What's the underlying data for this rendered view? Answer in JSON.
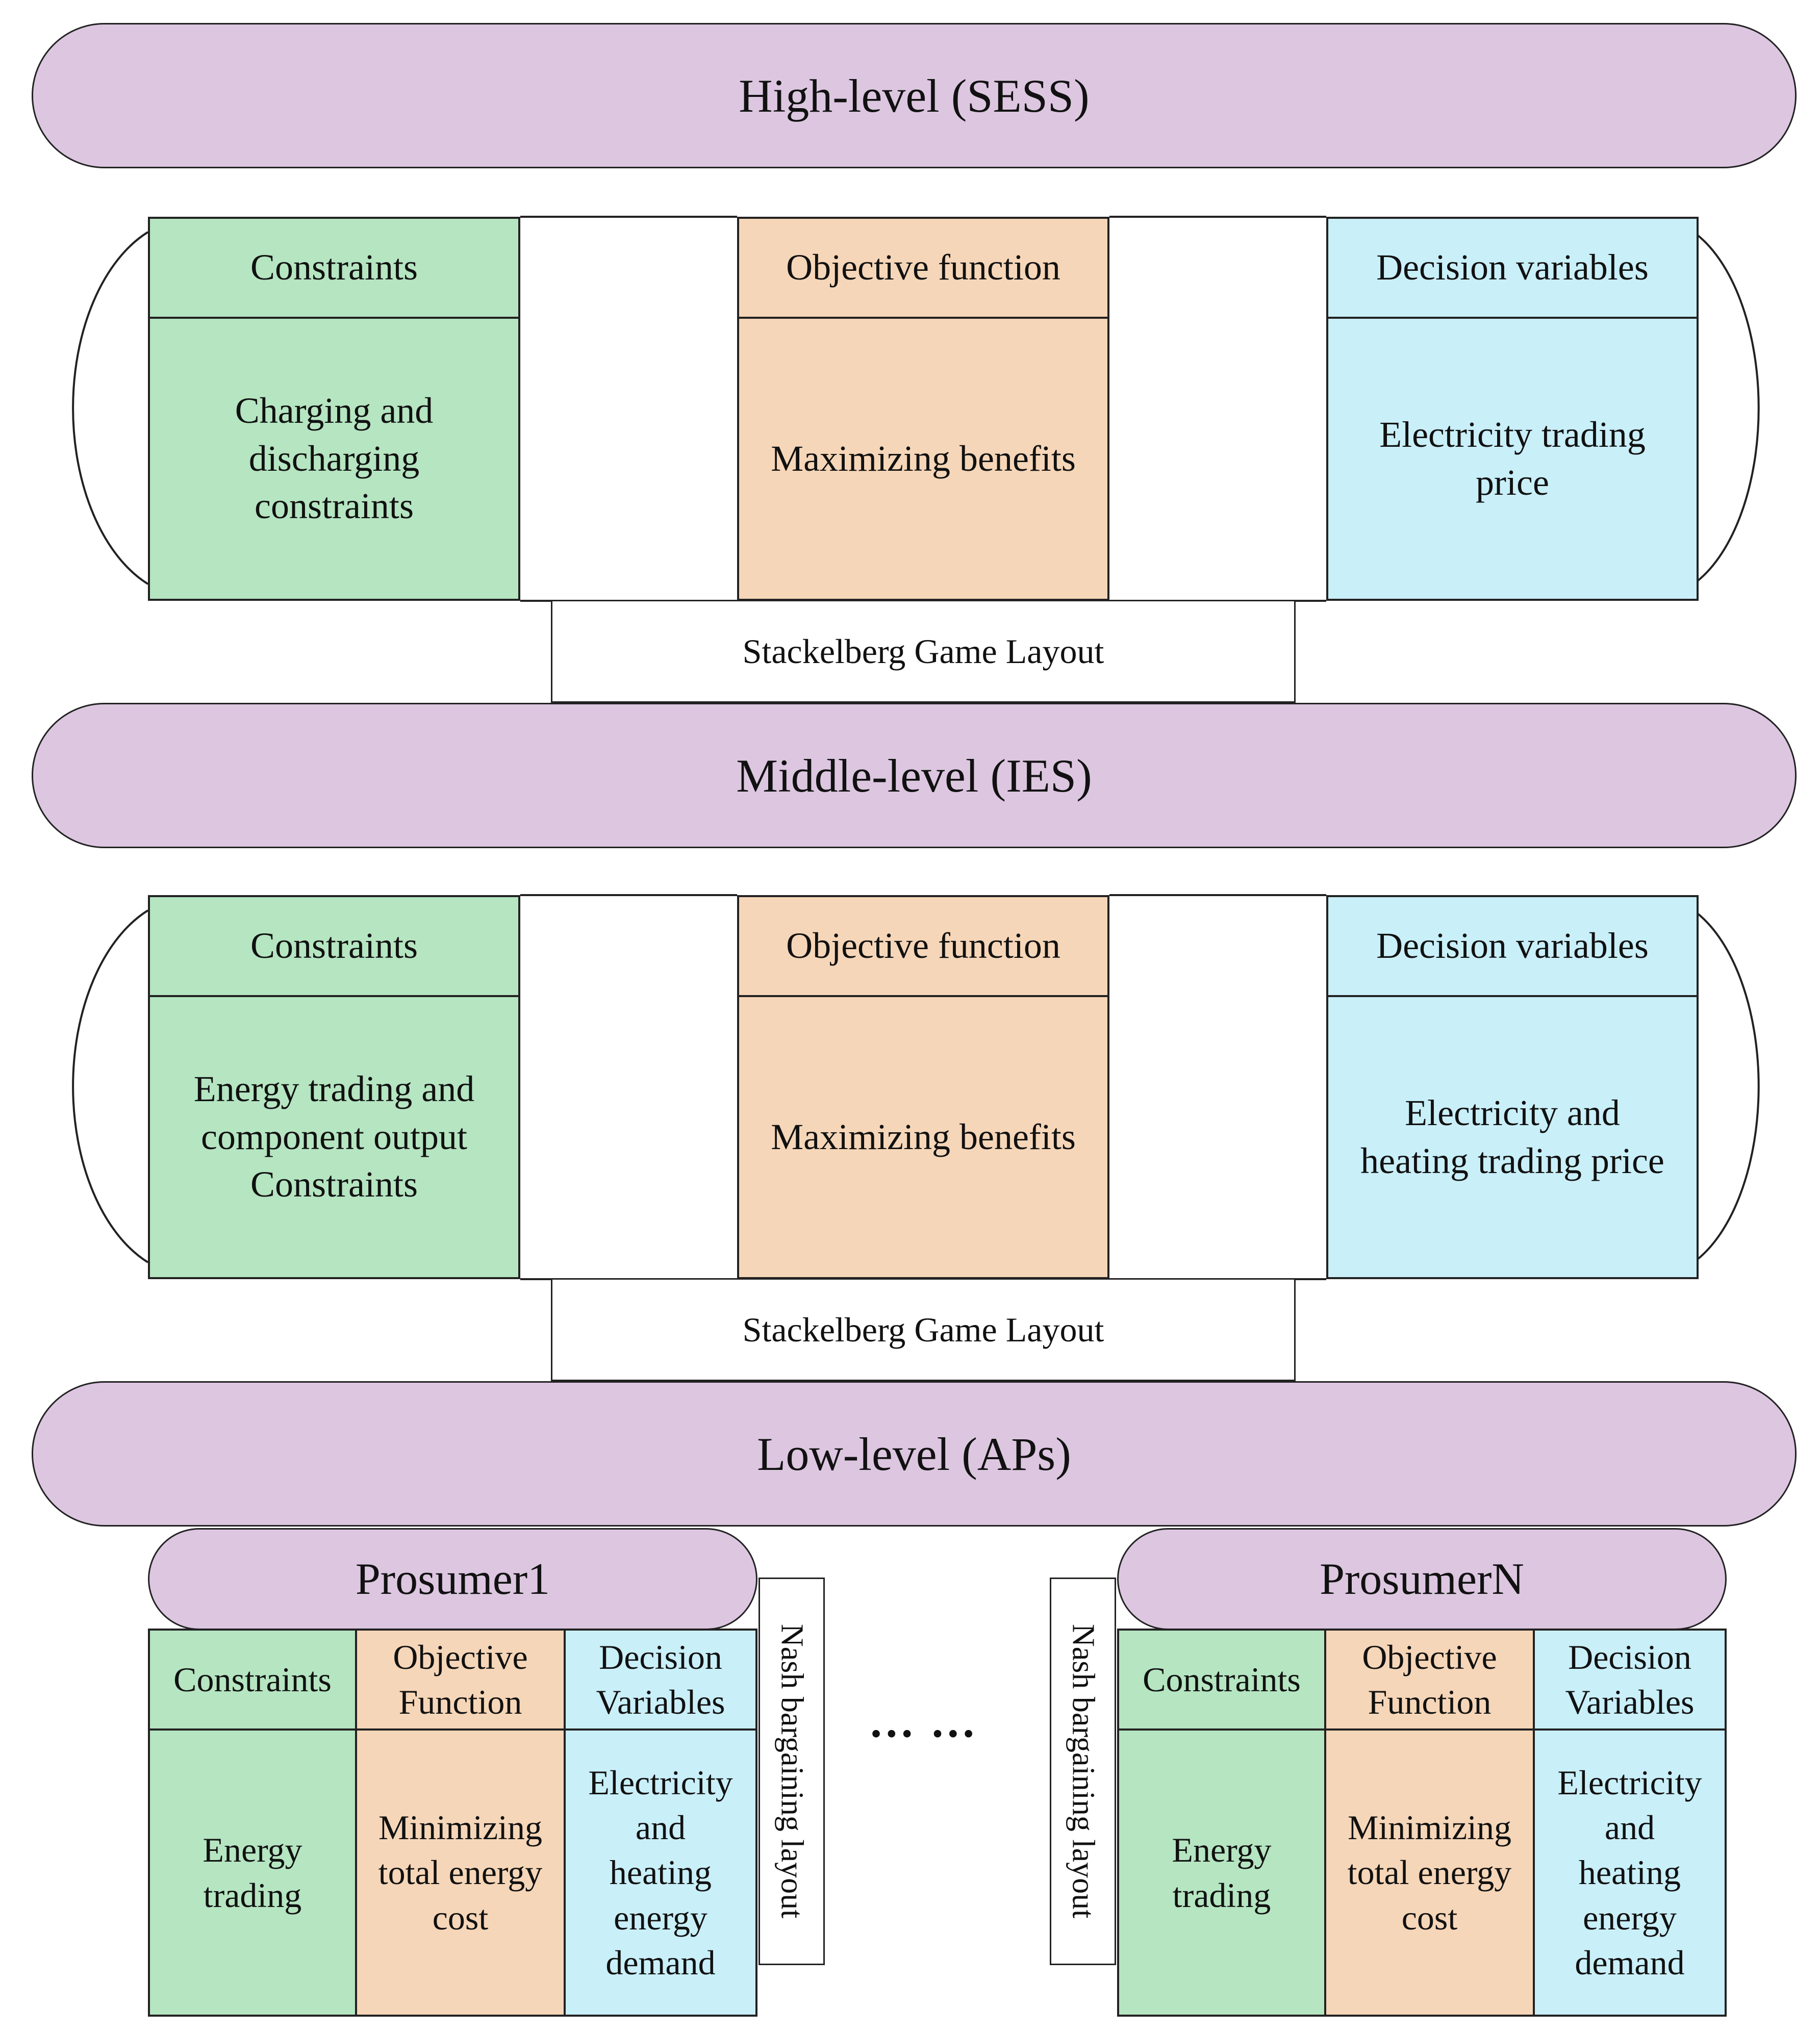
{
  "levels": {
    "high": "High-level (SESS)",
    "middle": "Middle-level (IES)",
    "low": "Low-level (APs)"
  },
  "high_block": {
    "constraints_header": "Constraints",
    "constraints_body": "Charging and\ndischarging\nconstraints",
    "objective_header": "Objective function",
    "objective_body": "Maximizing benefits",
    "decision_header": "Decision variables",
    "decision_body": "Electricity trading\nprice"
  },
  "middle_block": {
    "constraints_header": "Constraints",
    "constraints_body": "Energy trading and\ncomponent output\nConstraints",
    "objective_header": "Objective function",
    "objective_body": "Maximizing benefits",
    "decision_header": "Decision variables",
    "decision_body": "Electricity and\nheating trading price"
  },
  "game_layout_1": "Stackelberg Game Layout",
  "game_layout_2": "Stackelberg Game Layout",
  "prosumer1": {
    "title": "Prosumer1",
    "constraints_header": "Constraints",
    "objective_header": "Objective\nFunction",
    "decision_header": "Decision\nVariables",
    "constraints_body": "Energy\ntrading",
    "objective_body": "Minimizing\ntotal energy\ncost",
    "decision_body": "Electricity\nand\nheating\nenergy\ndemand",
    "nash": "Nash bargaining layout"
  },
  "prosumerN": {
    "title": "ProsumerN",
    "constraints_header": "Constraints",
    "objective_header": "Objective\nFunction",
    "decision_header": "Decision\nVariables",
    "constraints_body": "Energy\ntrading",
    "objective_body": "Minimizing\ntotal energy\ncost",
    "decision_body": "Electricity\nand\nheating\nenergy\ndemand",
    "nash": "Nash bargaining layout"
  },
  "ellipsis": "… …",
  "colors": {
    "level_fill": "#dcc6e0",
    "constraints_fill": "#b5e5c1",
    "objective_fill": "#f6d6b8",
    "decision_fill": "#c9eff9"
  }
}
